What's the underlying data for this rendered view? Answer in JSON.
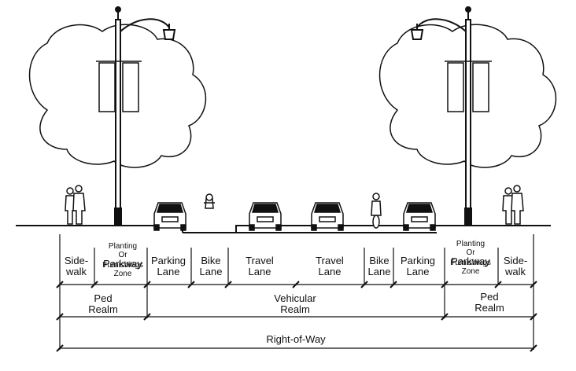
{
  "zones": {
    "sidewalk_left": [
      "Side-",
      "walk"
    ],
    "planting_left": [
      "Planting",
      "Or",
      "Parkway",
      "Furnishings",
      "Zone"
    ],
    "parking_left": [
      "Parking",
      "Lane"
    ],
    "bike_left": [
      "Bike",
      "Lane"
    ],
    "travel_left": [
      "Travel",
      "Lane"
    ],
    "travel_right": [
      "Travel",
      "Lane"
    ],
    "bike_right": [
      "Bike",
      "Lane"
    ],
    "parking_right": [
      "Parking",
      "Lane"
    ],
    "planting_right": [
      "Planting",
      "Or",
      "Parkway",
      "Furnishings",
      "Zone"
    ],
    "sidewalk_right": [
      "Side-",
      "walk"
    ]
  },
  "realms": {
    "ped_left": [
      "Ped",
      "Realm"
    ],
    "vehicular": [
      "Vehicular",
      "Realm"
    ],
    "ped_right": [
      "Ped",
      "Realm"
    ]
  },
  "right_of_way": "Right-of-Way",
  "colors": {
    "line": "#111111",
    "tree_fill": "#ffffff",
    "background": "#ffffff"
  },
  "icons": [
    "tree-icon",
    "street-lamp-icon",
    "banner-icon",
    "pedestrian-icon",
    "car-icon",
    "cyclist-icon",
    "fire-hydrant-icon"
  ]
}
